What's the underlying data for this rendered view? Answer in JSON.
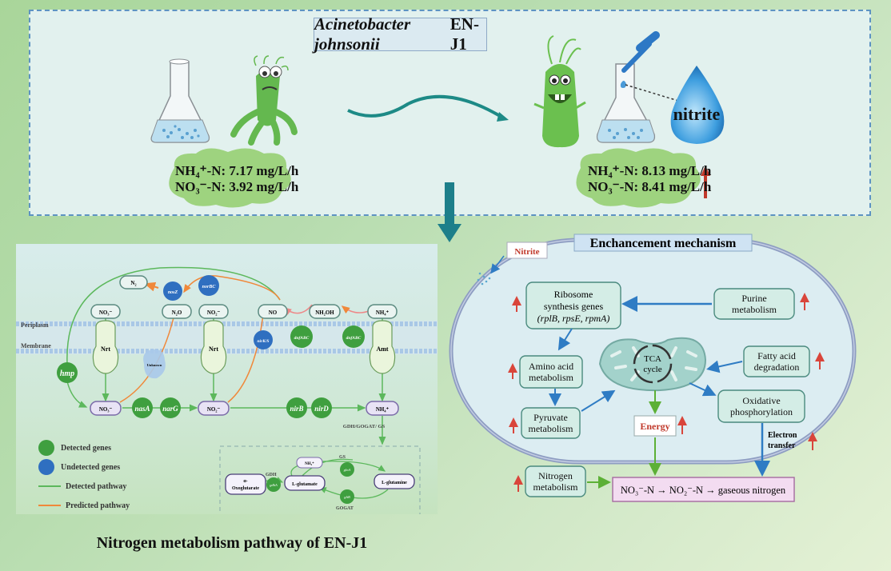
{
  "top": {
    "species_italic": "Acinetobacter johnsonii",
    "strain": "EN-J1",
    "before": {
      "nh4_label": "NH₄⁺-N: 7.17 mg/L/h",
      "no3_label": "NO₃⁻-N: 3.92 mg/L/h"
    },
    "after": {
      "nh4_label": "NH₄⁺-N: 8.13 mg/L/h",
      "no3_label": "NO₃⁻-N: 8.41 mg/L/h",
      "trend": "increase"
    },
    "nitrite_drop_label": "nitrite",
    "icons": [
      "flask-icon",
      "sad-bacterium-icon",
      "wavy-arrow-icon",
      "happy-bacterium-icon",
      "dropper-icon",
      "water-drop-icon"
    ]
  },
  "pathway": {
    "title": "Nitrogen metabolism pathway of EN-J1",
    "layers": {
      "periplasm": "Periplasm",
      "membrane": "Membrane"
    },
    "compounds": {
      "n2": "N₂",
      "n2o": "N₂O",
      "no3_out": "NO₃⁻",
      "no2_out": "NO₂⁻",
      "no": "NO",
      "nh2oh": "NH₂OH",
      "nh4_out": "NH₄⁺",
      "no3_in": "NO₃⁻",
      "no2_in": "NO₂⁻",
      "nh4_in": "NH₄⁺"
    },
    "transporters": {
      "nrt1": "Nrt",
      "nrt2": "Nrt",
      "amt": "Amt",
      "unknown": "Unknown"
    },
    "genes_detected": [
      "hmp",
      "nasA",
      "narG",
      "nirB",
      "nirD",
      "dnfABC",
      "dnfABC"
    ],
    "genes_undetected": [
      "nosZ",
      "norBC",
      "nirK/S"
    ],
    "assim_label": "GDH/GOGAT/ GS",
    "assimilation": {
      "nh4": "NH₄⁺",
      "oxoglutarate": "α-Oxoglutarate",
      "glutamate": "L-glutamate",
      "glutamine": "L-glutamine",
      "gdh": "GDH",
      "gs": "GS",
      "gogat": "GOGAT",
      "gene_gdha": "gdhA",
      "gene_glna": "glnA",
      "gene_gltb": "gltB"
    },
    "legend": [
      {
        "label": "Detected genes",
        "kind": "circle",
        "color": "#3f9f3f"
      },
      {
        "label": "Undetected genes",
        "kind": "circle",
        "color": "#2f6fc0"
      },
      {
        "label": "Detected pathway",
        "kind": "line",
        "color": "#5cb85c"
      },
      {
        "label": "Predicted pathway",
        "kind": "line",
        "color": "#f0883a"
      }
    ]
  },
  "mechanism": {
    "title": "Enchancement mechanism",
    "nitrite_tag": "Nitrite",
    "ribosome": {
      "line1": "Ribosome",
      "line2": "synthesis genes",
      "line3": "(rplB, rpsE, rpmA)"
    },
    "purine": "Purine metabolism",
    "amino": "Amino acid metabolism",
    "fatty": "Fatty acid degradation",
    "tca": {
      "line1": "TCA",
      "line2": "cycle"
    },
    "pyruvate": "Pyruvate metabolism",
    "energy": "Energy",
    "oxphos": "Oxidative phosphorylation",
    "electron": {
      "line1": "Electron",
      "line2": "transfer"
    },
    "nitrogen": "Nitrogen metabolism",
    "conversion": "NO₃⁻-N → NO₂⁻-N → gaseous nitrogen",
    "colors": {
      "up_arrow": "#d9453b",
      "flow_blue": "#2f7cc4",
      "flow_green": "#5cb036"
    }
  }
}
